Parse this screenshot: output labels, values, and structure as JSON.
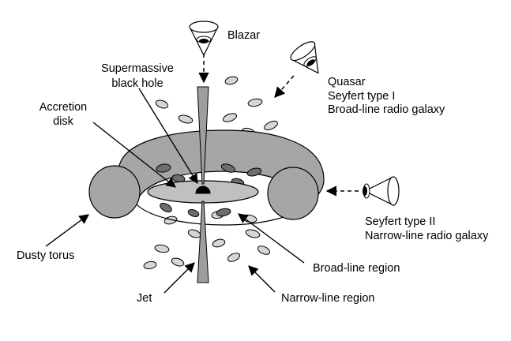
{
  "labels": {
    "blazar": "Blazar",
    "smbh_line1": "Supermassive",
    "smbh_line2": "black hole",
    "quasar_line1": "Quasar",
    "quasar_line2": "Seyfert type I",
    "quasar_line3": "Broad-line radio galaxy",
    "accretion_line1": "Accretion",
    "accretion_line2": "disk",
    "seyfert2_line1": "Seyfert type II",
    "seyfert2_line2": "Narrow-line radio galaxy",
    "dusty_torus": "Dusty torus",
    "broad_line_region": "Broad-line region",
    "jet": "Jet",
    "narrow_line_region": "Narrow-line region"
  },
  "colors": {
    "torus_fill": "#a6a6a6",
    "disk_fill": "#c0c0c0",
    "cloud_light": "#d6d6d6",
    "cloud_dark": "#6e6e6e",
    "black_hole": "#000000",
    "jet_fill": "#9e9e9e"
  }
}
